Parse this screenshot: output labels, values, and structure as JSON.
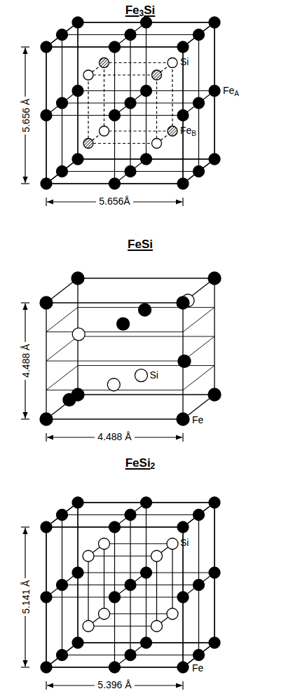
{
  "diagram": {
    "labels": [
      "Fe3Si",
      "5.656 Å",
      "Si",
      "FeA",
      "FeB",
      "5.656Å",
      "FeSi",
      "4.488 Å",
      "4.488 Å",
      "Si",
      "Fe",
      "FeSi2",
      "5.141 Å",
      "5.396 Å",
      "Si",
      "Fe"
    ]
  }
}
